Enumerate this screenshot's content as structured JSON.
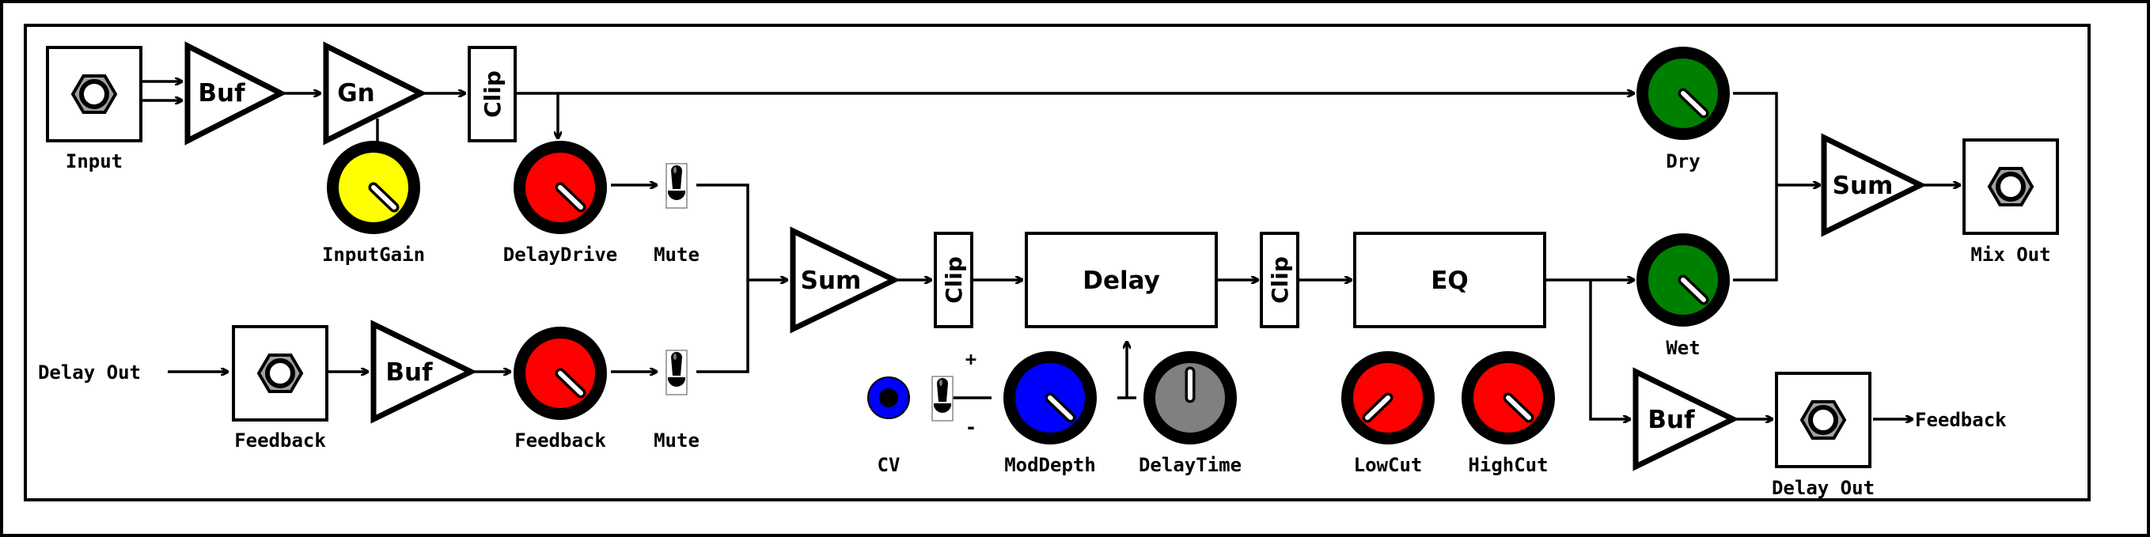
{
  "colors": {
    "background": "#ffffff",
    "line": "#000000",
    "knob_yellow": "#ffff00",
    "knob_red": "#ff0000",
    "knob_green": "#008000",
    "knob_blue": "#0000ff",
    "knob_gray": "#808080",
    "jack_gray": "#a0a0a0"
  },
  "blocks": {
    "buf_input": "Buf",
    "gain": "Gn",
    "clip_input": "Clip",
    "sum_delay": "Sum",
    "clip_pre_delay": "Clip",
    "delay": "Delay",
    "clip_post_delay": "Clip",
    "eq": "EQ",
    "buf_feedback_in": "Buf",
    "buf_delay_out": "Buf",
    "sum_mix": "Sum"
  },
  "labels": {
    "input": "Input",
    "input_gain": "InputGain",
    "delay_drive": "DelayDrive",
    "mute_top": "Mute",
    "delay_out_in": "Delay Out",
    "feedback_jack": "Feedback",
    "feedback_knob": "Feedback",
    "mute_bottom": "Mute",
    "cv": "CV",
    "mod_depth": "ModDepth",
    "delay_time": "DelayTime",
    "low_cut": "LowCut",
    "high_cut": "HighCut",
    "dry": "Dry",
    "wet": "Wet",
    "mix_out": "Mix Out",
    "delay_out_jack": "Delay Out",
    "feedback_out": "Feedback",
    "toggle_plus": "+",
    "toggle_minus": "-"
  },
  "knob_colors": {
    "input_gain": "#ffff00",
    "delay_drive": "#ff0000",
    "feedback": "#ff0000",
    "mod_depth": "#0000ff",
    "delay_time": "#808080",
    "low_cut": "#ff0000",
    "high_cut": "#ff0000",
    "dry": "#008000",
    "wet": "#008000"
  },
  "icons": {
    "jack": "audio-jack-icon",
    "knob": "knob-icon",
    "toggle": "toggle-switch-icon",
    "cv_jack": "cv-jack-icon"
  }
}
